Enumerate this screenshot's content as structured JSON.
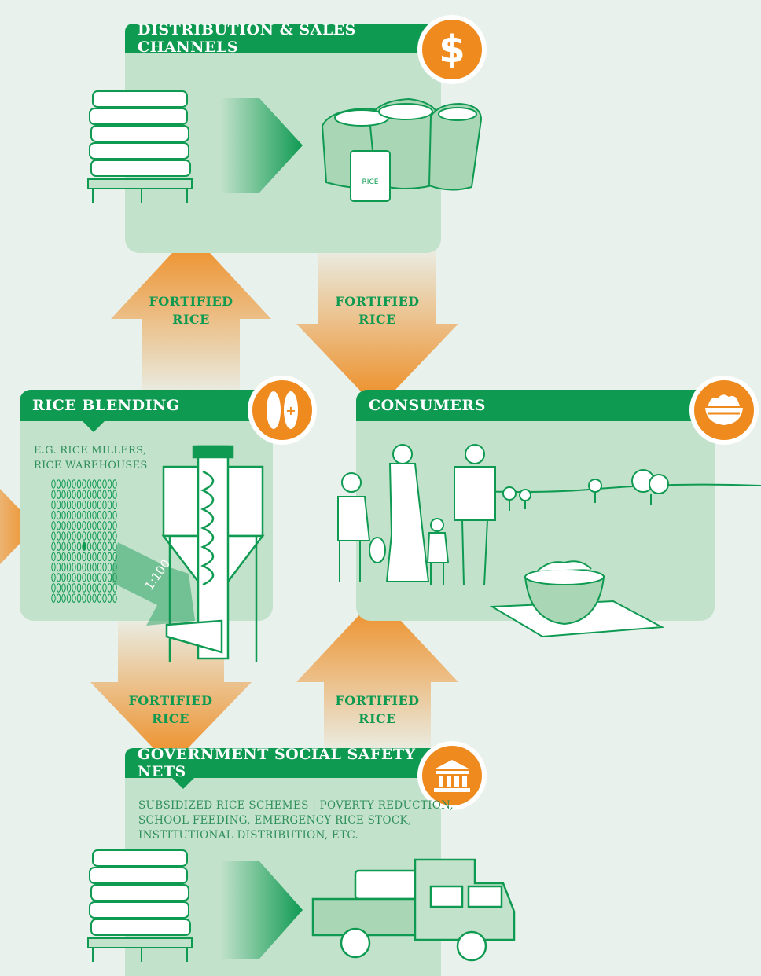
{
  "distribution": {
    "title": "DISTRIBUTION & SALES CHANNELS",
    "icon": "dollar-icon",
    "symbol": "$"
  },
  "blending": {
    "title": "RICE BLENDING",
    "subtitle_line1": "E.G. RICE MILLERS,",
    "subtitle_line2": "RICE WAREHOUSES",
    "ratio": "1:100",
    "icon": "rice-grains-plus-icon"
  },
  "consumers": {
    "title": "CONSUMERS",
    "icon": "rice-bowl-icon"
  },
  "government": {
    "title": "GOVERNMENT SOCIAL SAFETY NETS",
    "icon": "government-building-icon",
    "desc_line1": "SUBSIDIZED RICE SCHEMES | POVERTY REDUCTION,",
    "desc_line2": "SCHOOL FEEDING, EMERGENCY RICE STOCK,",
    "desc_line3": "INSTITUTIONAL DISTRIBUTION, ETC."
  },
  "arrows": {
    "blend_to_dist": [
      "FORTIFIED",
      "RICE"
    ],
    "dist_to_consumers": [
      "FORTIFIED",
      "RICE"
    ],
    "blend_to_gov": [
      "FORTIFIED",
      "RICE"
    ],
    "gov_to_consumers": [
      "FORTIFIED",
      "RICE"
    ]
  },
  "bag_label": "RICE",
  "colors": {
    "green": "#0f9a52",
    "panel": "#c3e2cb",
    "orange": "#ee8a1e",
    "background": "#e9f1ec"
  }
}
